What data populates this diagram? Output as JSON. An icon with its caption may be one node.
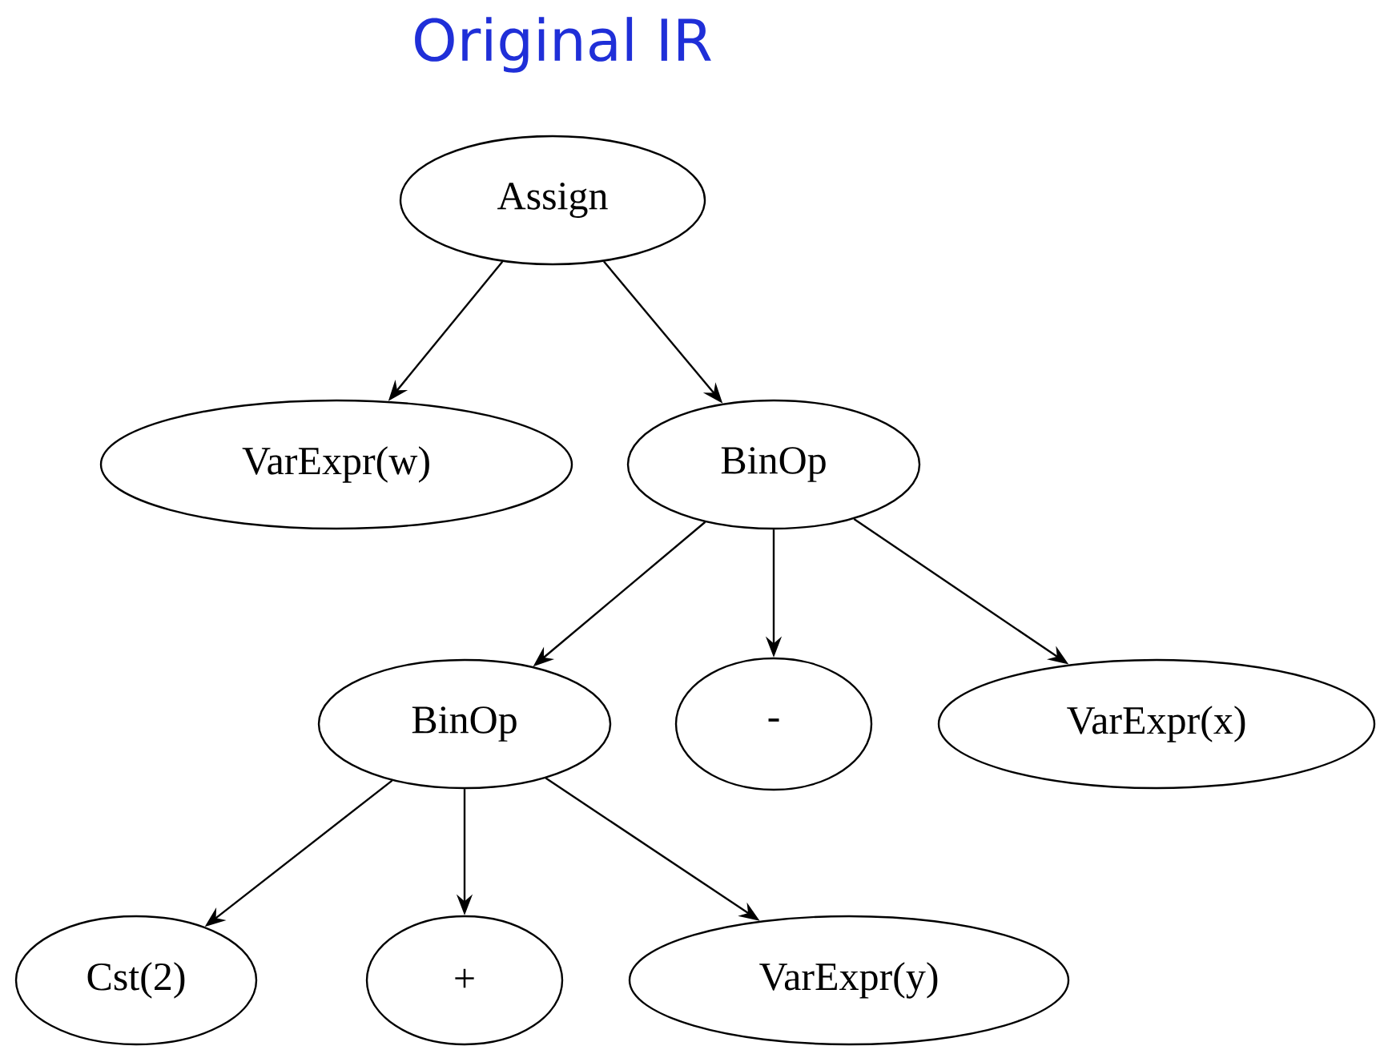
{
  "diagram": {
    "title": "Original IR",
    "nodes": [
      {
        "text": [
          "Assign"
        ]
      },
      {
        "text": [
          "VarExpr(w)"
        ]
      },
      {
        "text": [
          "BinOp"
        ]
      },
      {
        "text": [
          "BinOp"
        ]
      },
      {
        "text": [
          "-"
        ]
      },
      {
        "text": [
          "VarExpr(x)"
        ]
      },
      {
        "text": [
          "Cst(2)"
        ]
      },
      {
        "text": [
          "+"
        ]
      },
      {
        "text": [
          "VarExpr(y)"
        ]
      }
    ],
    "edges": [
      {
        "from": 0,
        "to": 1,
        "arrow": "to"
      },
      {
        "from": 0,
        "to": 2,
        "arrow": "to"
      },
      {
        "from": 2,
        "to": 3,
        "arrow": "to"
      },
      {
        "from": 2,
        "to": 4,
        "arrow": "to"
      },
      {
        "from": 2,
        "to": 5,
        "arrow": "to"
      },
      {
        "from": 3,
        "to": 6,
        "arrow": "to"
      },
      {
        "from": 3,
        "to": 7,
        "arrow": "to"
      },
      {
        "from": 3,
        "to": 8,
        "arrow": "to"
      }
    ]
  }
}
